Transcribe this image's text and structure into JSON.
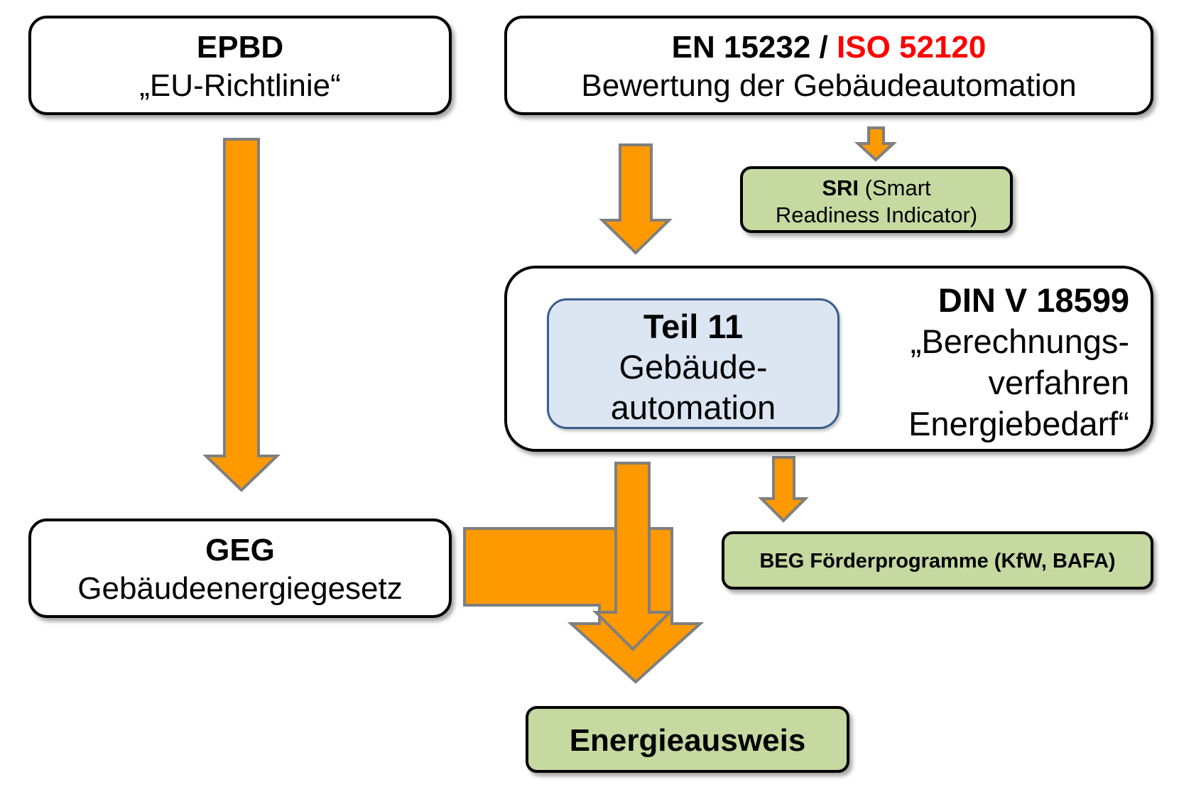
{
  "epbd": {
    "title": "EPBD",
    "subtitle": "„EU-Richtlinie“"
  },
  "en": {
    "title_a": "EN 15232 / ",
    "title_b": "ISO 52120",
    "subtitle": "Bewertung der Gebäudeautomation"
  },
  "sri": {
    "bold": "SRI",
    "rest": " (Smart",
    "line2": "Readiness Indicator)"
  },
  "din": {
    "title": "DIN V 18599",
    "line1": "„Berechnungs-",
    "line2": "verfahren",
    "line3": "Energiebedarf“"
  },
  "teil": {
    "title": "Teil 11",
    "line1": "Gebäude-",
    "line2": "automation"
  },
  "geg": {
    "title": "GEG",
    "subtitle": "Gebäudeenergiegesetz"
  },
  "beg": {
    "label": "BEG Förderprogramme (KfW, BAFA)"
  },
  "energie": {
    "label": "Energieausweis"
  },
  "colors": {
    "arrow": "#ff9900",
    "arrow_border": "#7f7f7f",
    "green": "#c6d9a0",
    "blue": "#dce6f2",
    "red": "#ff0000"
  }
}
